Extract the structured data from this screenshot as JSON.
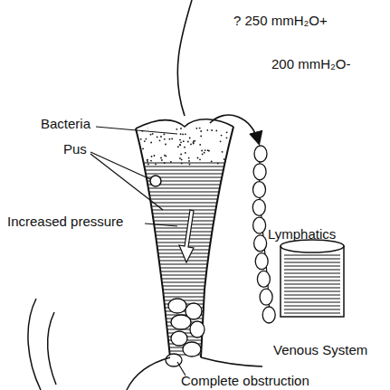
{
  "diagram": {
    "labels": [
      "? 250 mmH₂O+",
      "200 mmH₂O-",
      "Bacteria",
      "Pus",
      "Increased pressure",
      "Lymphatics",
      "Venous System",
      "Complete obstruction"
    ]
  }
}
